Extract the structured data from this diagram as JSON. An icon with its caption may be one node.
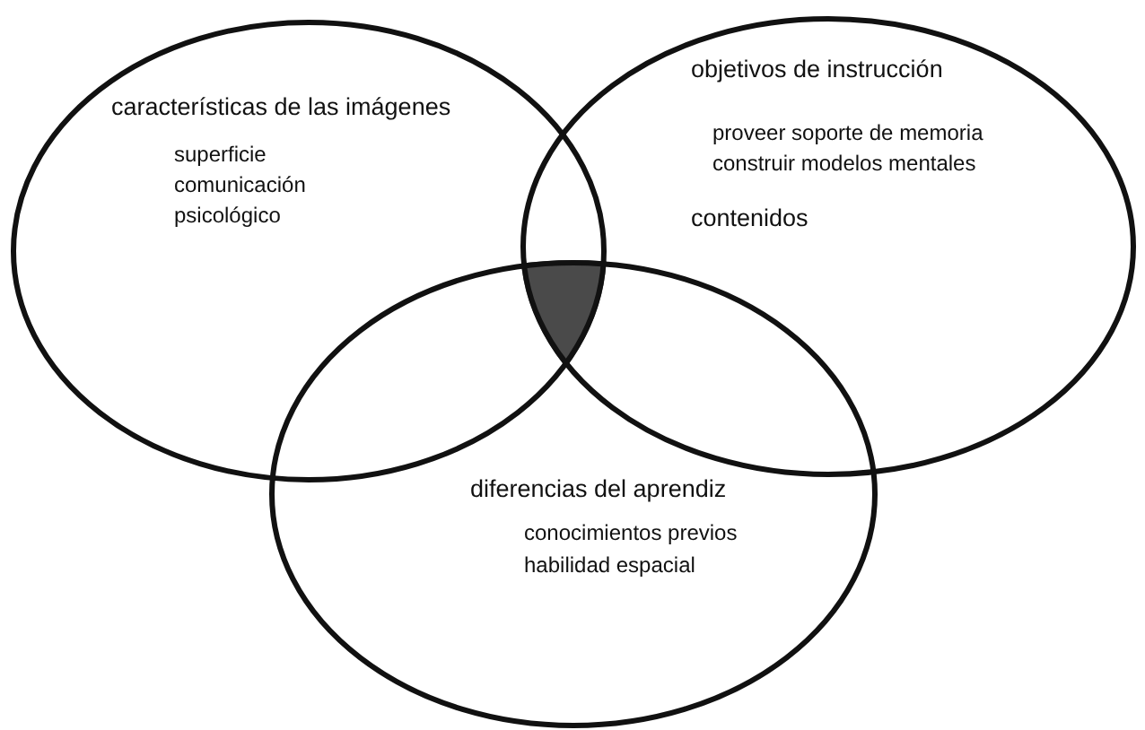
{
  "diagram": {
    "nodes": [
      {
        "text": [
          "características de las imágenes",
          "superficie",
          "comunicación",
          "psicológico"
        ]
      },
      {
        "text": [
          "objetivos de instrucción",
          "proveer soporte de memoria",
          "construir modelos mentales"
        ]
      },
      {
        "text": [
          "diferencias del aprendiz",
          "conocimientos previos",
          "habilidad espacial"
        ]
      }
    ],
    "labels": [
      "contenidos"
    ]
  }
}
